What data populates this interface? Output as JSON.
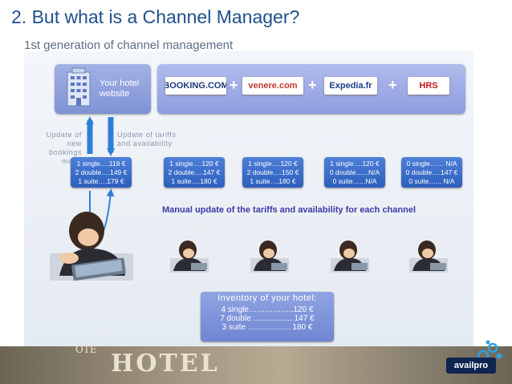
{
  "title": "2.  But what is a Channel Manager?",
  "subtitle": "1st generation of channel management",
  "hotel_website_label": "Your hotel website",
  "ota_logos": [
    "BOOKING.COM",
    "venere.com",
    "Expedia.fr",
    "HRS"
  ],
  "plus_sign": "+",
  "arrow_labels": {
    "left": [
      "Update of new",
      "bookings",
      "made"
    ],
    "right": [
      "Update of tariffs",
      "and availability"
    ]
  },
  "rate_boxes": [
    [
      "1 single….119 €",
      "2 double….149 €",
      "1 suite….179 €"
    ],
    [
      "1 single….120 €",
      "2 double….147 €",
      "1 suite….180 €"
    ],
    [
      "1 single….120 €",
      "2 double….150 €",
      "1 suite….180 €"
    ],
    [
      "1 single….120 €",
      "0 double…...N/A",
      "0 suite…...N/A"
    ],
    [
      "0 single…… N/A",
      "0 double….147 €",
      "0 suite…... N/A"
    ]
  ],
  "manual_update_text": "Manual update of the tariffs and availability for each channel",
  "inventory": {
    "title": "Inventory of your hotel:",
    "rows": [
      "4 single……………..120 €",
      "7 double …………... 147 €",
      "3 suite ……………. 180 €"
    ]
  },
  "footer_sign": "HOTEL",
  "footer_sign_vertical": "OTE",
  "brand": "availpro",
  "colors": {
    "title": "#1f4f8a",
    "rate_box": "#3a6cc8",
    "ota_bar": "#9ba8e4",
    "manual_text": "#3c38a8",
    "arrow": "#2f7fd8"
  }
}
